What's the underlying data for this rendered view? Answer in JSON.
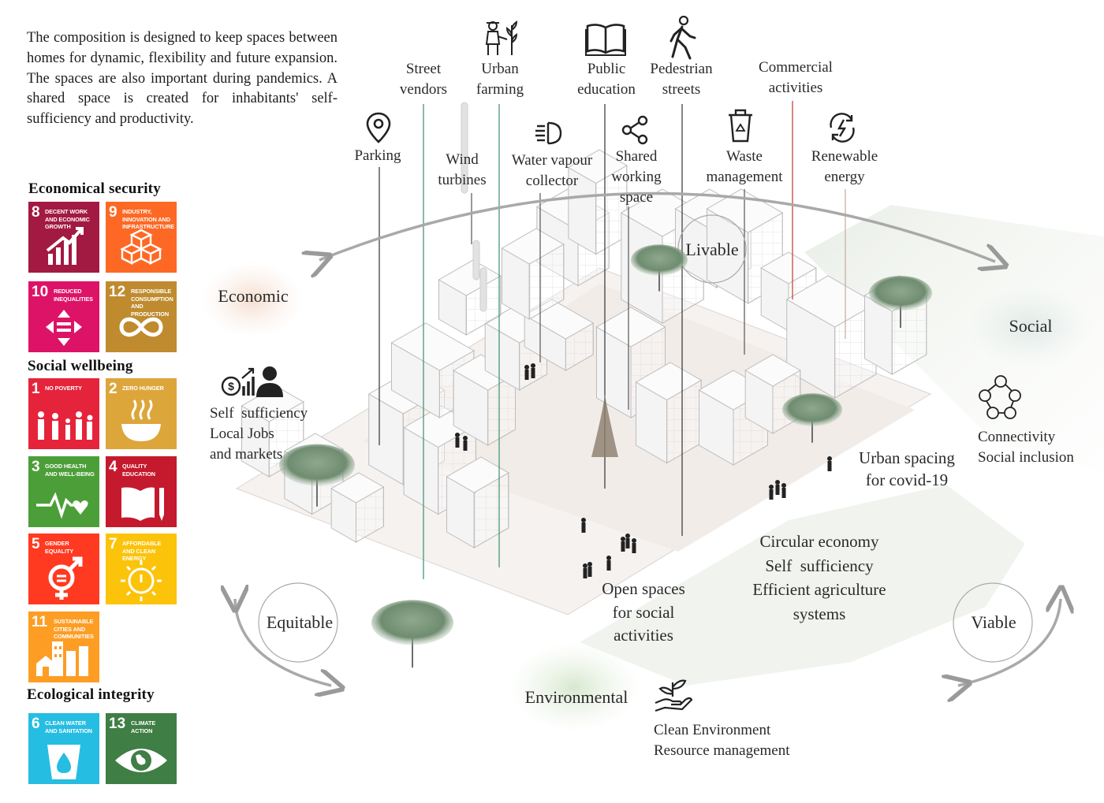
{
  "intro_text": "The composition is designed to keep spaces between homes for dynamic, flexibility and future expansion.  The spaces are also important during pandemics. A shared space is created for inhabitants' self-sufficiency and productivity.",
  "sdg_groups": {
    "economic": "Economical security",
    "social": "Social wellbeing",
    "ecological": "Ecological integrity"
  },
  "sdgs": [
    {
      "number": "8",
      "label": "Decent work and economic growth",
      "color": "#a21942",
      "icon": "growth-chart-icon"
    },
    {
      "number": "9",
      "label": "Industry, innovation and infrastructure",
      "color": "#fd6925",
      "icon": "cubes-icon"
    },
    {
      "number": "10",
      "label": "Reduced inequalities",
      "color": "#dd1367",
      "icon": "equality-arrows-icon"
    },
    {
      "number": "12",
      "label": "Responsible consumption and production",
      "color": "#bf8b2e",
      "icon": "infinity-icon"
    },
    {
      "number": "1",
      "label": "No poverty",
      "color": "#e5243b",
      "icon": "family-icon"
    },
    {
      "number": "2",
      "label": "Zero hunger",
      "color": "#dda63a",
      "icon": "bowl-icon"
    },
    {
      "number": "3",
      "label": "Good health and well-being",
      "color": "#4c9f38",
      "icon": "heartbeat-icon"
    },
    {
      "number": "4",
      "label": "Quality education",
      "color": "#c5192d",
      "icon": "book-pencil-icon"
    },
    {
      "number": "5",
      "label": "Gender equality",
      "color": "#ff3a21",
      "icon": "gender-icon"
    },
    {
      "number": "7",
      "label": "Affordable and clean energy",
      "color": "#fcc30b",
      "icon": "power-sun-icon"
    },
    {
      "number": "11",
      "label": "Sustainable cities and communities",
      "color": "#fd9d24",
      "icon": "city-icon"
    },
    {
      "number": "6",
      "label": "Clean water and sanitation",
      "color": "#26bde2",
      "icon": "water-drop-icon"
    },
    {
      "number": "13",
      "label": "Climate action",
      "color": "#3f7e44",
      "icon": "eye-globe-icon"
    }
  ],
  "top_labels": {
    "street_vendors": "Street\nvendors",
    "urban_farming": "Urban\nfarming",
    "public_education": "Public\neducation",
    "pedestrian_streets": "Pedestrian\nstreets",
    "commercial_activities": "Commercial\nactivities",
    "parking": "Parking",
    "wind_turbines": "Wind\nturbines",
    "water_vapour": "Water vapour\ncollector",
    "shared_working": "Shared\nworking\nspace",
    "waste_management": "Waste\nmanagement",
    "renewable_energy": "Renewable\nenergy"
  },
  "pillars": {
    "economic": "Economic",
    "livable": "Livable",
    "social": "Social",
    "equitable": "Equitable",
    "viable": "Viable",
    "environmental": "Environmental"
  },
  "annotations": {
    "self_sufficiency": "Self  sufficiency\nLocal Jobs\nand markets",
    "connectivity": "Connectivity\nSocial inclusion",
    "urban_spacing": "Urban spacing\nfor covid-19",
    "circular": "Circular economy\nSelf  sufficiency\nEfficient agriculture\nsystems",
    "open_spaces": "Open spaces\nfor social\nactivities",
    "clean_env": "Clean Environment\nResource management"
  },
  "colors": {
    "economic_blob": "#f7e7dc",
    "social_blob": "#dce7e7",
    "environmental_blob": "#e3eedc",
    "leader_line": "#333333",
    "accent_red": "#c0392b",
    "accent_green": "#3e8e6b"
  }
}
